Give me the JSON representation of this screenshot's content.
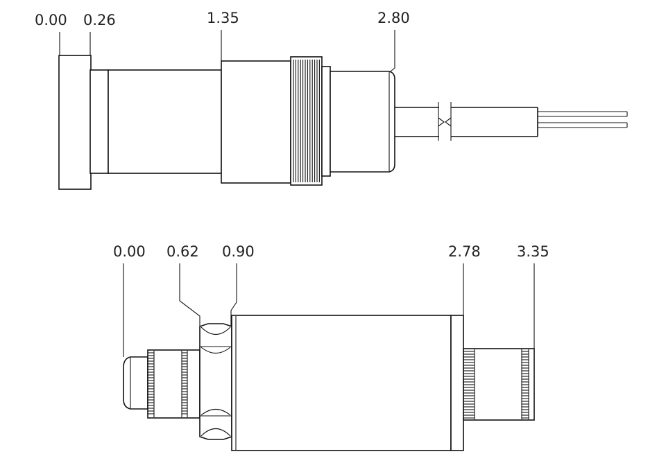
{
  "top_view": {
    "dimensions": [
      "0.00",
      "0.26",
      "1.35",
      "2.80"
    ]
  },
  "bottom_view": {
    "dimensions": [
      "0.00",
      "0.62",
      "0.90",
      "2.78",
      "3.35"
    ]
  },
  "colors": {
    "line": "#111111",
    "background": "#ffffff"
  }
}
